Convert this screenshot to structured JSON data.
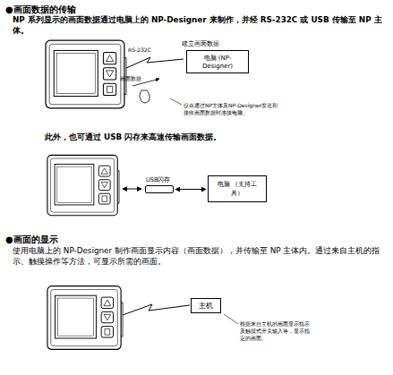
{
  "diagram": {
    "nodes": [
      {
        "text": [
          "建立画面数据",
          "电脑 (NP-Designer)"
        ]
      },
      {
        "text": [
          "USB闪存"
        ]
      },
      {
        "text": [
          "电脑 （支持工具）"
        ]
      },
      {
        "text": [
          "主机"
        ]
      }
    ],
    "edges": [
      {
        "from": 1,
        "to": 2,
        "arrow": "both"
      }
    ],
    "labels": [
      "●画面数据的传输",
      "NP 系列显示的画面数据通过电脑上的 NP-Designer 来制作，并经 RS-232C 或 USB 传输至 NP 主体。",
      "RS-232C",
      "画面数据",
      "仅在通过NP主体及NP-Designer发送和接收画面数据时连接电脑。",
      "此外，也可通过 USB 闪存来高速传输画面数据。",
      "●画面的显示",
      "使用电脑上的 NP-Designer 制作画面显示内容（画面数据），并传输至 NP 主体内。通过来自主机的指示、触摸操作等方法，可显示所需的画面。",
      "根据来自主机的画面显示指示及触摸式开关输入等，显示指定的画面。"
    ]
  }
}
